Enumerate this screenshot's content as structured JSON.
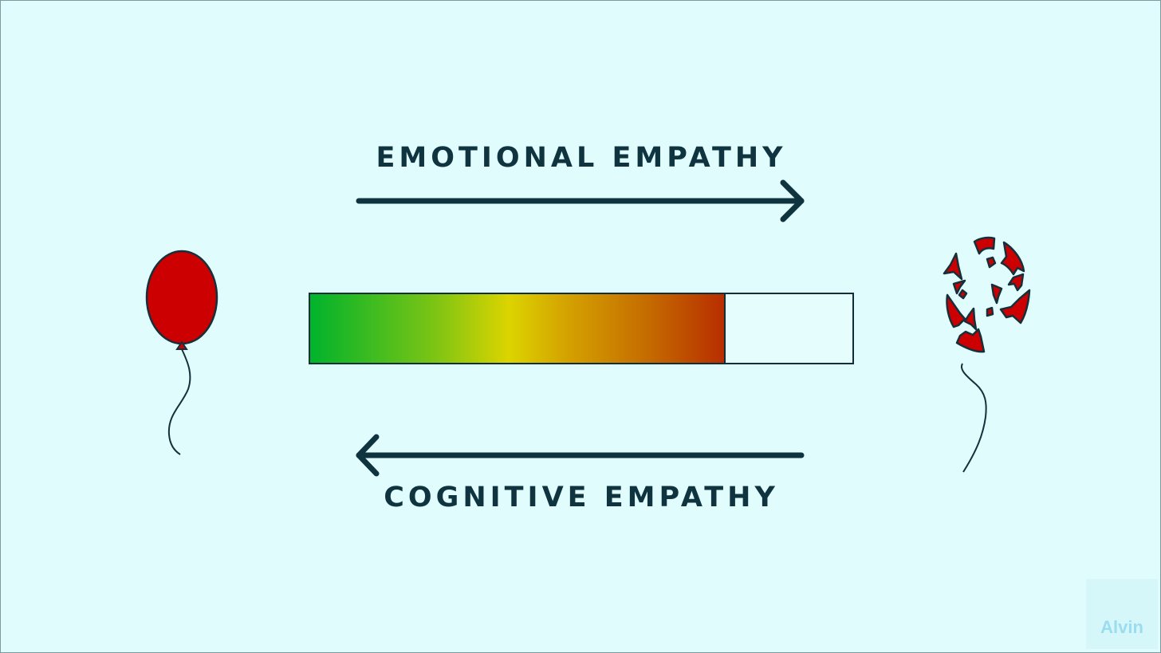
{
  "diagram": {
    "top_label": "EMOTIONAL EMPATHY",
    "top_arrow_direction": "right",
    "bottom_label": "COGNITIVE EMPATHY",
    "bottom_arrow_direction": "left",
    "meter": {
      "fill_percent": 76.3,
      "gradient_colors": [
        "#00b32c",
        "#7cc414",
        "#dcd400",
        "#d4a200",
        "#c46a00",
        "#b82e00"
      ],
      "border_color": "#0f2e38",
      "empty_color": "#e6fdfd"
    },
    "left_icon": "intact-balloon-icon",
    "right_icon": "popped-balloon-icon",
    "balloon_color": "#cc0000",
    "text_color": "#0f3440",
    "background_color": "#e0fcfd"
  },
  "watermark": {
    "text": "Alvin"
  }
}
